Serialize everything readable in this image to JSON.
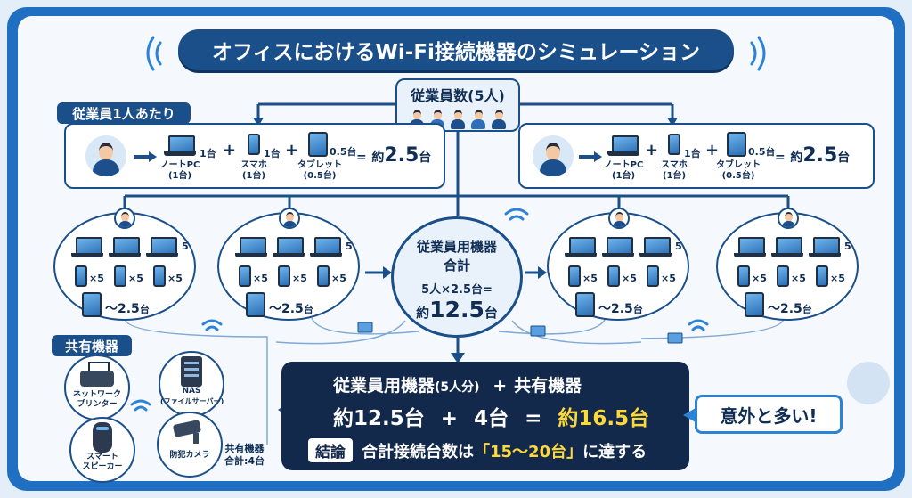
{
  "title": "オフィスにおけるWi-Fi接続機器のシミュレーション",
  "employees": {
    "label": "従業員数(5人)"
  },
  "per_person": {
    "tag": "従業員1人あたり",
    "laptop": {
      "label": "ノートPC",
      "sub": "(1台)",
      "count": "1台"
    },
    "phone": {
      "label": "スマホ",
      "sub": "(1台)",
      "count": "1台"
    },
    "tablet": {
      "label": "タブレット",
      "sub": "(0.5台)",
      "count": "0.5台"
    },
    "plus": "+",
    "equals": "=",
    "approx": "約",
    "total": "2.5",
    "unit": "台"
  },
  "group": {
    "laptop_count": "5",
    "phone_count": "×5",
    "tablet": "〜2.5",
    "unit": "台"
  },
  "center": {
    "line1": "従業員用機器",
    "line2": "合計",
    "formula": "5人×2.5台=",
    "approx": "約",
    "value": "12.5",
    "unit": "台"
  },
  "shared": {
    "tag": "共有機器",
    "printer": {
      "l1": "ネットワーク",
      "l2": "プリンター"
    },
    "nas": {
      "l1": "NAS",
      "l2": "(ファイルサーバー)"
    },
    "speaker": {
      "l1": "スマート",
      "l2": "スピーカー"
    },
    "camera": {
      "l1": "防犯カメラ"
    },
    "total_l1": "共有機器",
    "total_l2": "合計:4台"
  },
  "summary": {
    "row1_a": "従業員用機器",
    "row1_b": "(5人分)",
    "row1_plus": "+",
    "row1_c": "共有機器",
    "row2_a": "約12.5台",
    "row2_plus": "+",
    "row2_b": "4台",
    "row2_eq": "=",
    "row2_c": "約16.5台",
    "row3_chip": "結論",
    "row3_a": "合計接続台数は",
    "row3_b": "「15〜20台」",
    "row3_c": "に達する"
  },
  "callout": "意外と多い!",
  "colors": {
    "navy": "#1a4f8a",
    "dark": "#13294b",
    "accent": "#2c83d6",
    "yellow": "#ffd83a",
    "bg": "#e4eef8"
  }
}
